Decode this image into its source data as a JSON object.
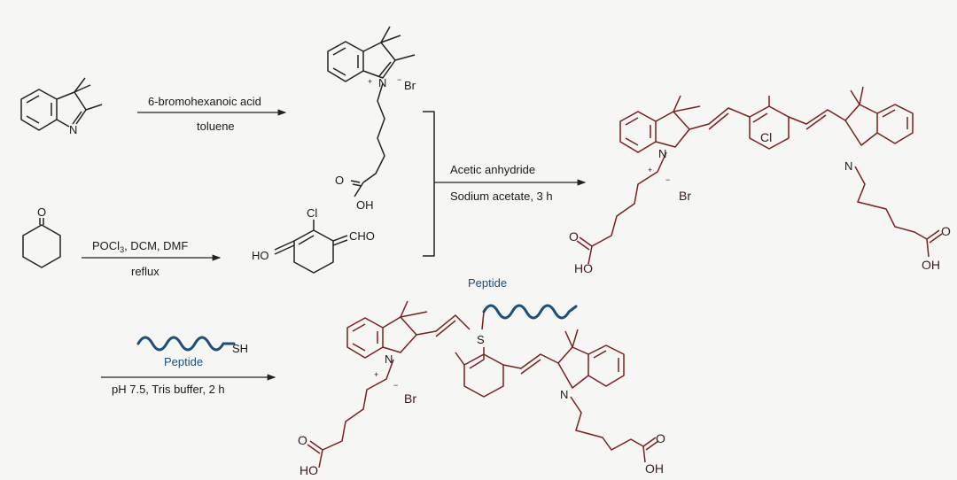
{
  "labels": {
    "n": "N",
    "o": "O",
    "oh": "OH",
    "ho": "HO",
    "br": "Br",
    "cl": "Cl",
    "s": "S",
    "cho": "CHO",
    "sh": "SH",
    "plus": "+",
    "minus": "−"
  },
  "step1": {
    "reagent": "6-bromohexanoic acid",
    "solvent": "toluene"
  },
  "step2": {
    "reagent": "POCl",
    "reagent_sub": "3",
    "reagent_rest": ", DCM, DMF",
    "condition": "reflux"
  },
  "step3": {
    "reagent": "Acetic anhydride",
    "condition": "Sodium acetate, 3 h"
  },
  "step4": {
    "peptide_label": "Peptide",
    "condition": "pH 7.5, Tris buffer, 2 h"
  },
  "product": {
    "peptide_label": "Peptide"
  },
  "colors": {
    "dye_bonds": "#7a1f1f",
    "peptide": "#1d4f7a",
    "ink": "#222222"
  }
}
